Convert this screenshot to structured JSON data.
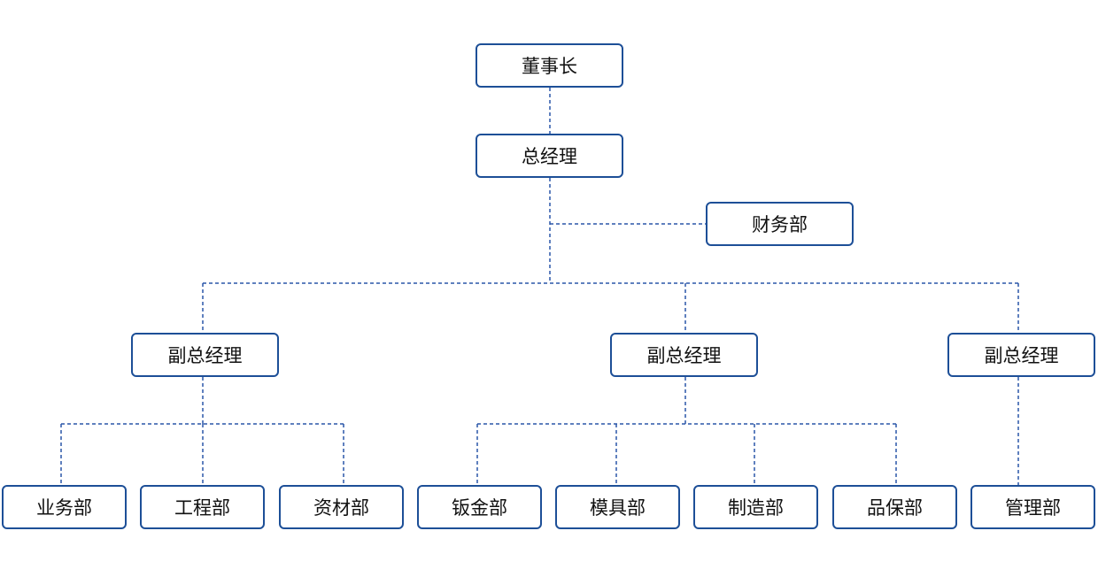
{
  "org_chart": {
    "chairman": "董事长",
    "general_manager": "总经理",
    "finance": "财务部",
    "vice_gm_left": "副总经理",
    "vice_gm_middle": "副总经理",
    "vice_gm_right": "副总经理",
    "sales": "业务部",
    "engineering": "工程部",
    "materials": "资材部",
    "sheet_metal": "钣金部",
    "mold": "模具部",
    "manufacturing": "制造部",
    "quality": "品保部",
    "management": "管理部"
  },
  "colors": {
    "box_border": "#1d4f97",
    "connector": "#2a56a8",
    "text": "#111111",
    "background": "#ffffff"
  }
}
